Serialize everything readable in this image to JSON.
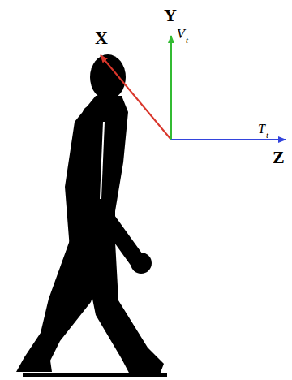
{
  "diagram": {
    "labels": [
      "X",
      "Y",
      "Z",
      "V",
      "t",
      "T",
      "t"
    ]
  }
}
